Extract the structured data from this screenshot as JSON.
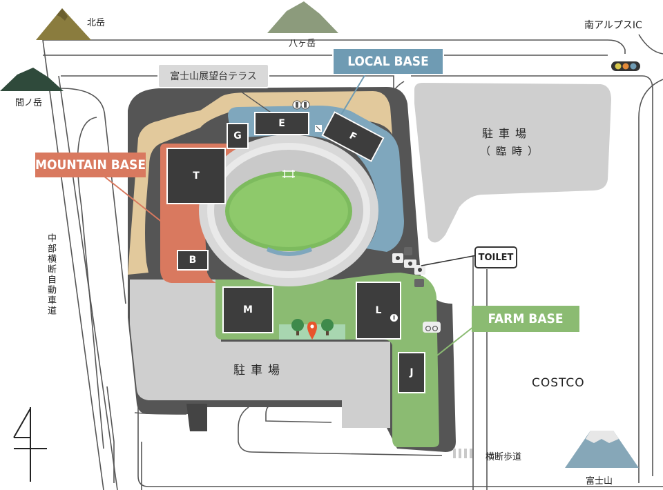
{
  "mountains": {
    "kitadake": "北岳",
    "yatsugatake": "八ヶ岳",
    "ainodake": "間ノ岳",
    "fujisan": "富士山"
  },
  "places": {
    "minami_alps_ic": "南アルプスIC",
    "chubu_odan": "中部横断自動車道",
    "costco": "COSTCO",
    "crosswalk": "横断歩道",
    "parking_main": "駐車場",
    "parking_temp": "駐車場",
    "parking_temp_note": "（臨時）",
    "fuji_terrace": "富士山展望台テラス"
  },
  "zones": {
    "local": {
      "label": "LOCAL BASE",
      "color": "#6f9bb3"
    },
    "mountain": {
      "label": "MOUNTAIN BASE",
      "color": "#d9795f"
    },
    "farm": {
      "label": "FARM BASE",
      "color": "#8bbb72"
    }
  },
  "toilet": "TOILET",
  "blocks": {
    "e": "E",
    "f": "F",
    "g": "G",
    "t": "T",
    "b": "B",
    "m": "M",
    "l": "L",
    "j": "J"
  },
  "colors": {
    "road_outline": "#555555",
    "parking": "#d3d3d3",
    "dark_ground": "#555555",
    "field": "#8bc27a",
    "sand": "#e2c99c",
    "water": "#7fa7bd",
    "pin": "#e8542c"
  }
}
